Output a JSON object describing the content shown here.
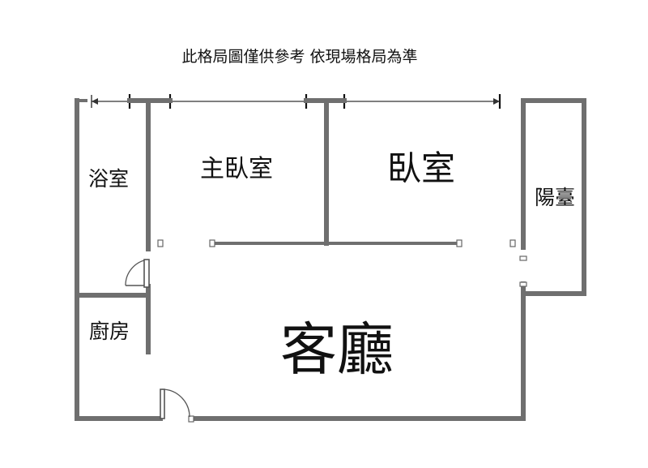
{
  "diagram": {
    "caption": "此格局圖僅供參考 依現場格局為準",
    "rooms": {
      "bathroom": "浴室",
      "master_bedroom": "主臥室",
      "bedroom": "臥室",
      "balcony": "陽臺",
      "kitchen": "廚房",
      "living_room": "客廳"
    }
  }
}
